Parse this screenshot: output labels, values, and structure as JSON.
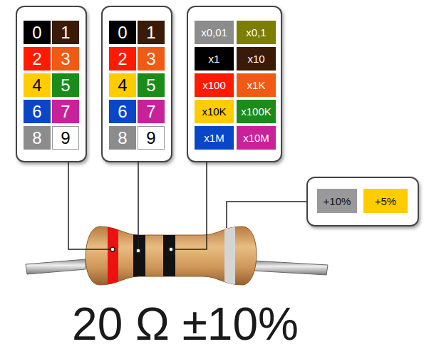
{
  "diagram": {
    "caption": "20 Ω ±10%",
    "nodes": [
      {
        "text": []
      },
      {
        "text": [
          "0"
        ],
        "in": 0
      },
      {
        "text": [
          "1"
        ],
        "in": 0
      },
      {
        "text": [
          "2"
        ],
        "in": 0
      },
      {
        "text": [
          "3"
        ],
        "in": 0
      },
      {
        "text": [
          "4"
        ],
        "in": 0
      },
      {
        "text": [
          "5"
        ],
        "in": 0
      },
      {
        "text": [
          "6"
        ],
        "in": 0
      },
      {
        "text": [
          "7"
        ],
        "in": 0
      },
      {
        "text": [
          "8"
        ],
        "in": 0
      },
      {
        "text": [
          "9"
        ],
        "in": 0
      },
      {
        "text": []
      },
      {
        "text": [
          "0"
        ],
        "in": 11
      },
      {
        "text": [
          "1"
        ],
        "in": 11
      },
      {
        "text": [
          "2"
        ],
        "in": 11
      },
      {
        "text": [
          "3"
        ],
        "in": 11
      },
      {
        "text": [
          "4"
        ],
        "in": 11
      },
      {
        "text": [
          "5"
        ],
        "in": 11
      },
      {
        "text": [
          "6"
        ],
        "in": 11
      },
      {
        "text": [
          "7"
        ],
        "in": 11
      },
      {
        "text": [
          "8"
        ],
        "in": 11
      },
      {
        "text": [
          "9"
        ],
        "in": 11
      },
      {
        "text": []
      },
      {
        "text": [
          "x0,01"
        ],
        "in": 22
      },
      {
        "text": [
          "x0,1"
        ],
        "in": 22
      },
      {
        "text": [
          "x1"
        ],
        "in": 22
      },
      {
        "text": [
          "x10"
        ],
        "in": 22
      },
      {
        "text": [
          "x100"
        ],
        "in": 22
      },
      {
        "text": [
          "x1K"
        ],
        "in": 22
      },
      {
        "text": [
          "x10K"
        ],
        "in": 22
      },
      {
        "text": [
          "x100K"
        ],
        "in": 22
      },
      {
        "text": [
          "x1M"
        ],
        "in": 22
      },
      {
        "text": [
          "x10M"
        ],
        "in": 22
      },
      {
        "text": []
      },
      {
        "text": [
          "+10%"
        ],
        "in": 33
      },
      {
        "text": [
          "+5%"
        ],
        "in": 33
      }
    ]
  }
}
